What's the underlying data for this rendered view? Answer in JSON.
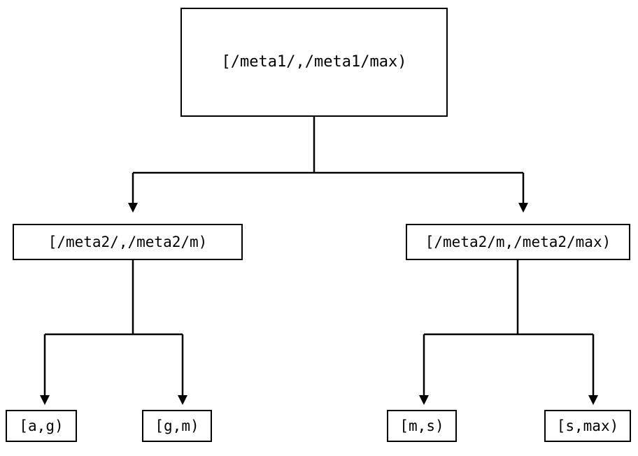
{
  "diagram": {
    "type": "tree",
    "orientation": "top-down",
    "levels": 3,
    "stroke_color": "#000000",
    "fill_color": "#ffffff",
    "nodes": {
      "root": {
        "label": "[/meta1/,/meta1/max)",
        "level": 0
      },
      "mid_left": {
        "label": "[/meta2/,/meta2/m)",
        "level": 1
      },
      "mid_right": {
        "label": "[/meta2/m,/meta2/max)",
        "level": 1
      },
      "leaf_ag": {
        "label": "[a,g)",
        "level": 2
      },
      "leaf_gm": {
        "label": "[g,m)",
        "level": 2
      },
      "leaf_ms": {
        "label": "[m,s)",
        "level": 2
      },
      "leaf_smax": {
        "label": "[s,max)",
        "level": 2
      }
    },
    "edges": [
      {
        "from": "root",
        "to": "mid_left",
        "arrow": "triangle-down"
      },
      {
        "from": "root",
        "to": "mid_right",
        "arrow": "triangle-down"
      },
      {
        "from": "mid_left",
        "to": "leaf_ag",
        "arrow": "triangle-down"
      },
      {
        "from": "mid_left",
        "to": "leaf_gm",
        "arrow": "triangle-down"
      },
      {
        "from": "mid_right",
        "to": "leaf_ms",
        "arrow": "triangle-down"
      },
      {
        "from": "mid_right",
        "to": "leaf_smax",
        "arrow": "triangle-down"
      }
    ]
  }
}
